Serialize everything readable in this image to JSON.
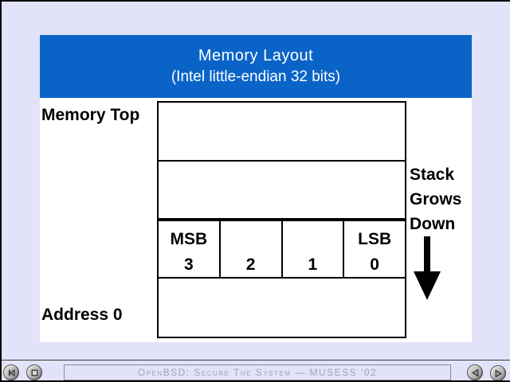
{
  "window": {
    "background_color": "#e2e2f8",
    "accent_blue": "#0a64c8",
    "slide_background": "#ffffff"
  },
  "slide": {
    "header": {
      "line1": "Memory Layout",
      "line2": "(Intel little-endian 32 bits)",
      "text_color": "#ffffff"
    },
    "labels": {
      "memory_top": "Memory Top",
      "address_zero": "Address 0"
    },
    "stack": {
      "lines": [
        "Stack",
        "Grows",
        "Down"
      ],
      "arrow_icon": "down-arrow-icon"
    },
    "byte_row": {
      "cells": [
        {
          "tag": "MSB",
          "num": "3"
        },
        {
          "tag": "",
          "num": "2"
        },
        {
          "tag": "",
          "num": "1"
        },
        {
          "tag": "LSB",
          "num": "0"
        }
      ]
    }
  },
  "statusbar": {
    "text": "OpenBSD: Secure The System — MUSESS '02",
    "text_color": "#a4a4b4",
    "nav_buttons": [
      {
        "name": "skip-to-start-button",
        "icon": "skip-to-start-icon"
      },
      {
        "name": "stop-button",
        "icon": "stop-icon"
      },
      {
        "name": "previous-slide-button",
        "icon": "triangle-left-icon"
      },
      {
        "name": "next-slide-button",
        "icon": "triangle-right-icon"
      }
    ]
  }
}
